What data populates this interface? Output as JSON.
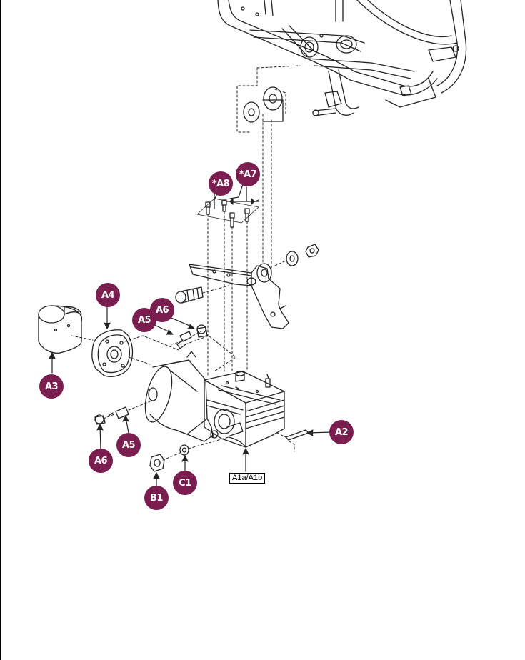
{
  "callouts": {
    "a8": "*A8",
    "a7": "*A7",
    "a4": "A4",
    "a6_top": "A6",
    "a5_top": "A5",
    "a3": "A3",
    "a2": "A2",
    "a5_bottom": "A5",
    "a6_bottom": "A6",
    "c1": "C1",
    "b1": "B1"
  },
  "labels": {
    "gearbox": "A1a/A1b"
  },
  "colors": {
    "callout": "#7a1d4f",
    "line": "#222222"
  }
}
